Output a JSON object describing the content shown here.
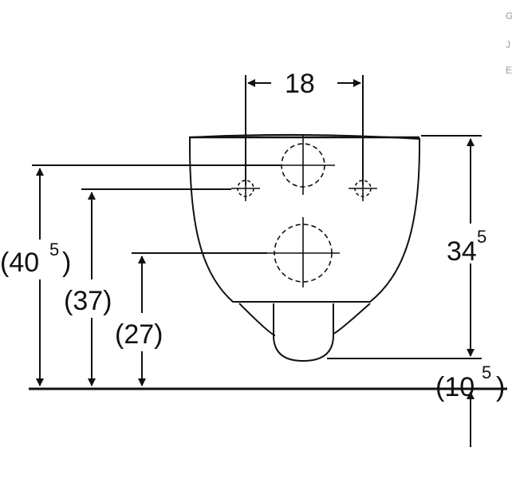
{
  "dimensions": {
    "top_width": "18",
    "height_right_main": "34",
    "height_right_sup": "5",
    "left_outer_main": "(40",
    "left_outer_sup": "5",
    "left_outer_close": ")",
    "left_middle": "(37)",
    "left_inner": "(27)",
    "bottom_right_open": "(10",
    "bottom_right_sup": "5",
    "bottom_right_close": ")"
  },
  "edge_marks": [
    "G",
    "J",
    "E"
  ],
  "colors": {
    "line": "#111111",
    "background": "#ffffff"
  }
}
